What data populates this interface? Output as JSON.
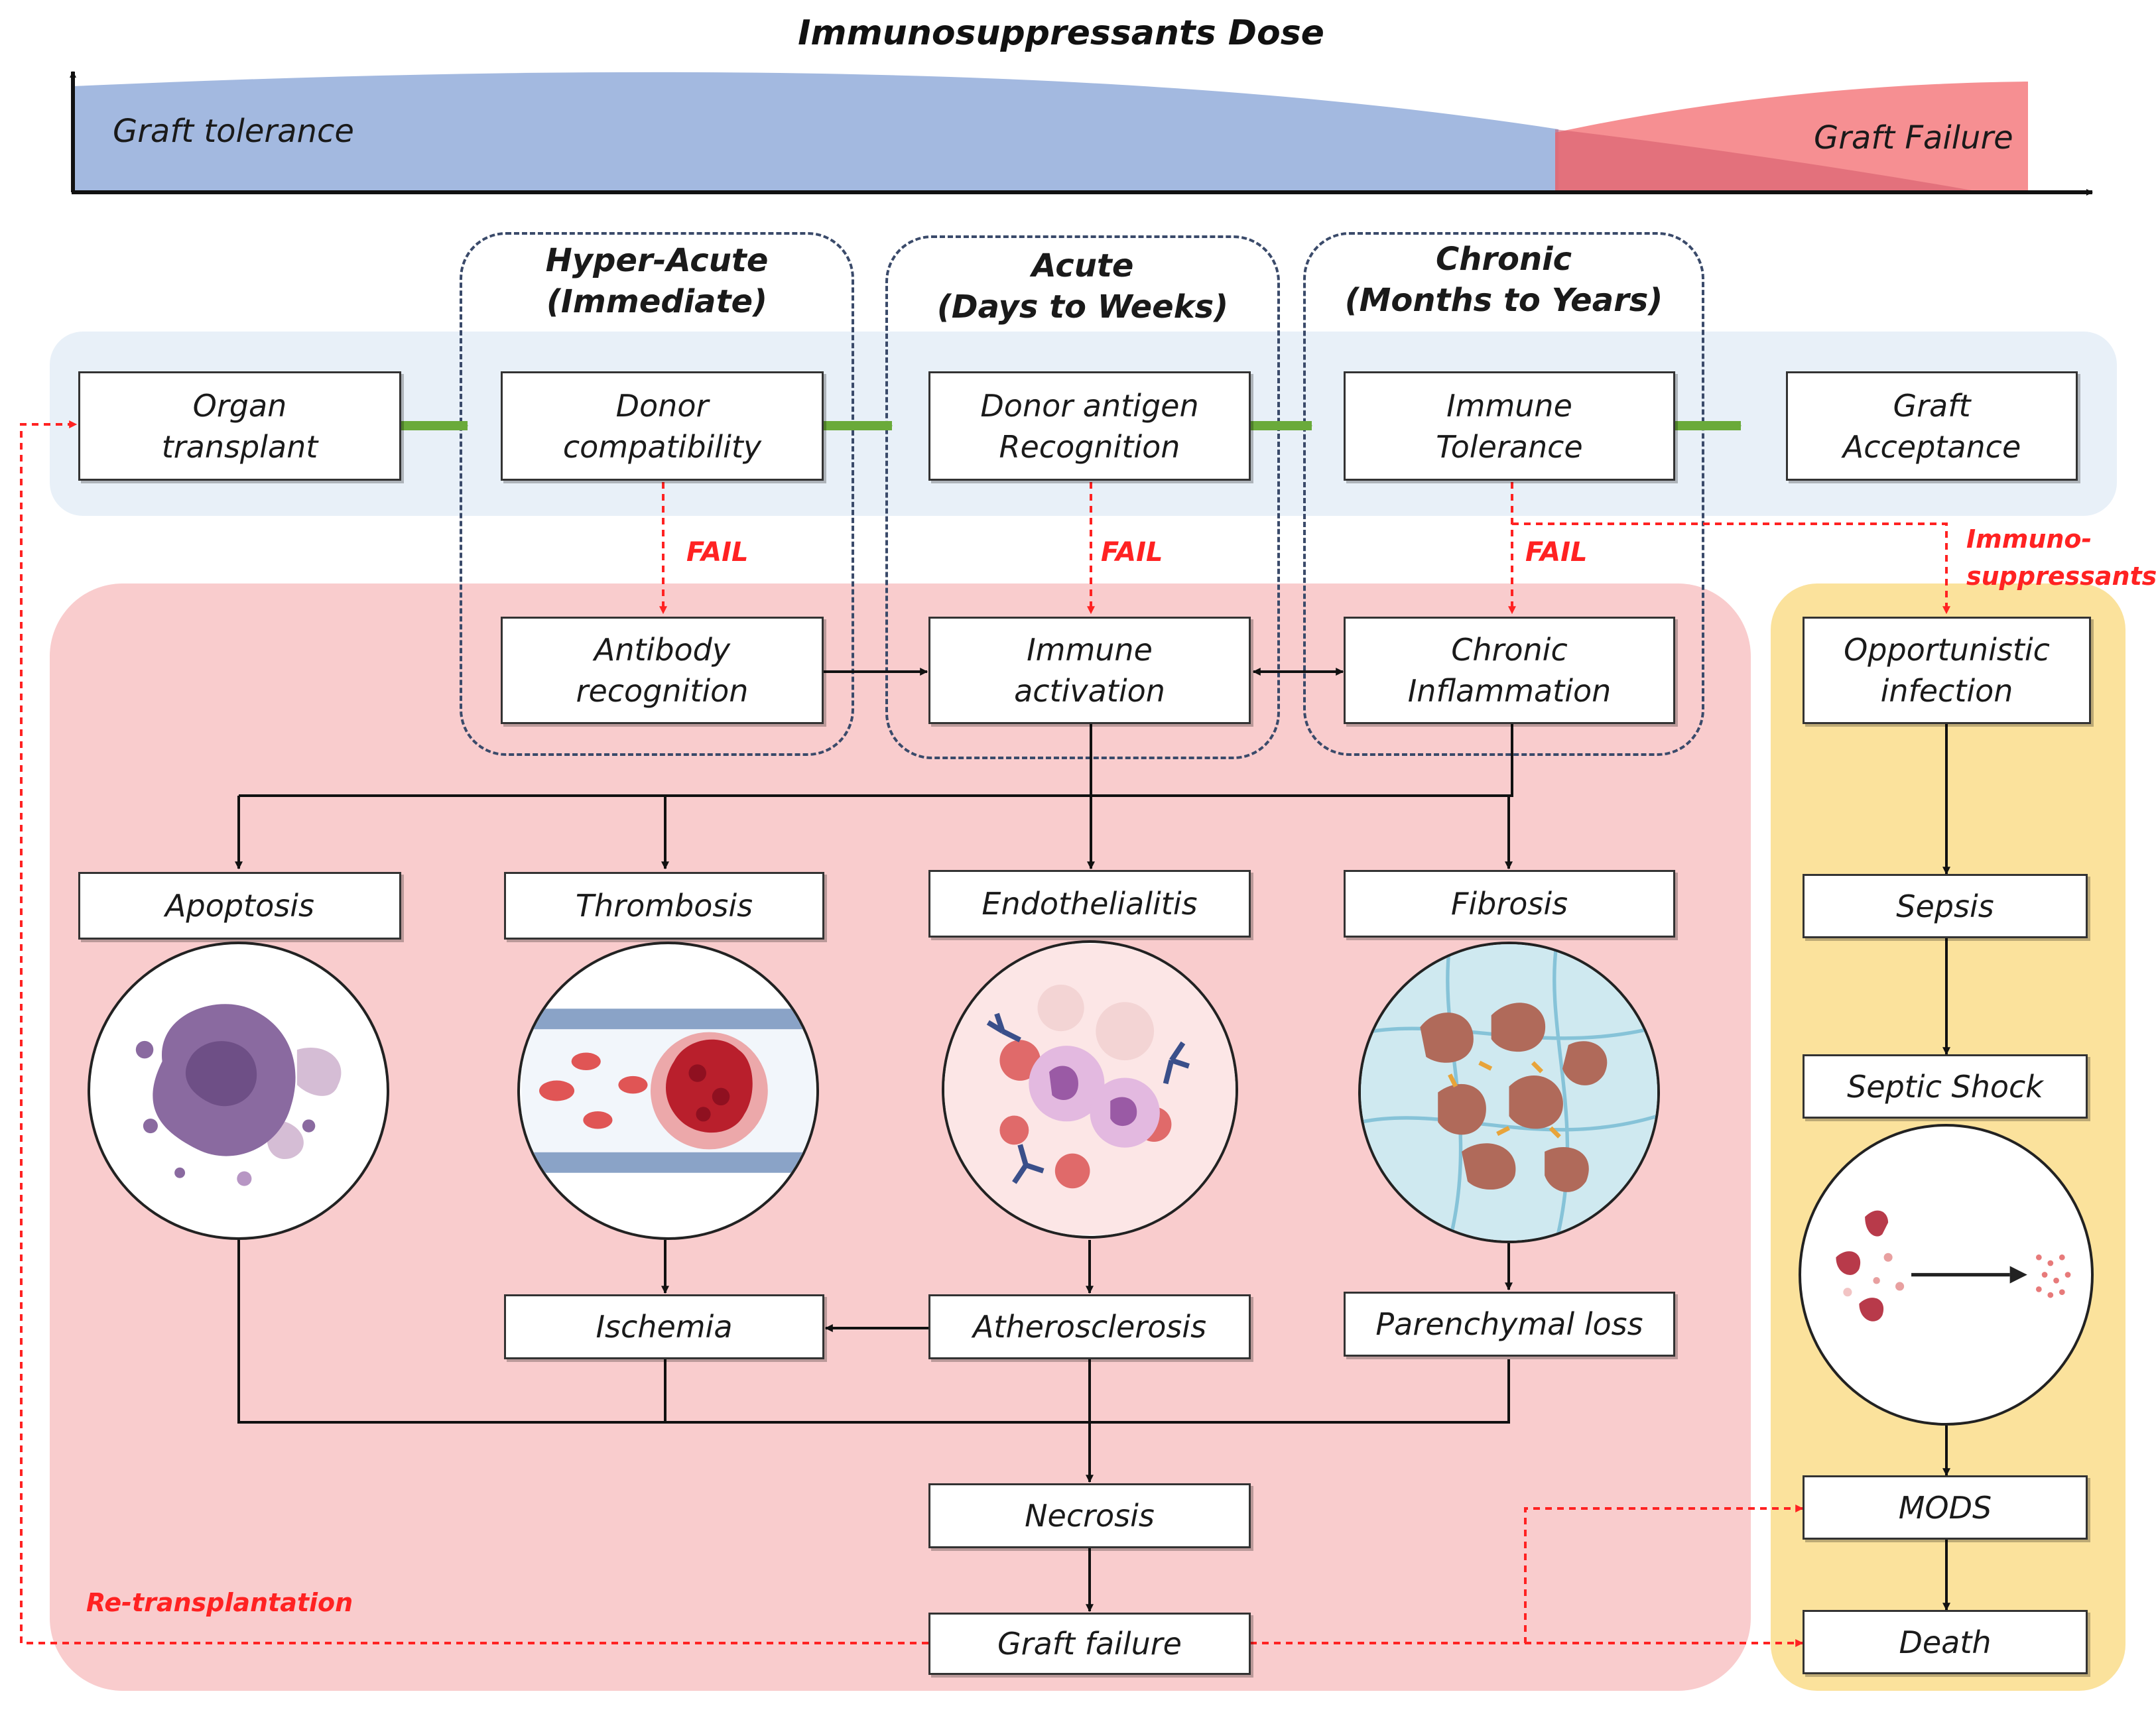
{
  "header": {
    "title": "Immunosuppressants Dose",
    "tolerance_label": "Graft tolerance",
    "failure_label": "Graft Failure"
  },
  "phases": {
    "hyper_acute": "Hyper-Acute\n(Immediate)",
    "acute": "Acute\n(Days to Weeks)",
    "chronic": "Chronic\n(Months to Years)"
  },
  "top_row": {
    "organ_transplant": "Organ\ntransplant",
    "donor_compatibility": "Donor\ncompatibility",
    "donor_antigen": "Donor antigen\nRecognition",
    "immune_tolerance": "Immune\nTolerance",
    "graft_acceptance": "Graft\nAcceptance"
  },
  "fail_label": "FAIL",
  "immunosuppressants_label": "Immuno-\nsuppressants",
  "middle_row": {
    "antibody_recognition": "Antibody\nrecognition",
    "immune_activation": "Immune\nactivation",
    "chronic_inflammation": "Chronic\nInflammation",
    "opportunistic_infection": "Opportunistic\ninfection"
  },
  "mechanisms": {
    "apoptosis": "Apoptosis",
    "thrombosis": "Thrombosis",
    "endothelialitis": "Endothelialitis",
    "fibrosis": "Fibrosis",
    "sepsis": "Sepsis",
    "septic_shock": "Septic Shock"
  },
  "outcomes": {
    "ischemia": "Ischemia",
    "atherosclerosis": "Atherosclerosis",
    "parenchymal_loss": "Parenchymal loss",
    "necrosis": "Necrosis",
    "graft_failure": "Graft failure",
    "mods": "MODS",
    "death": "Death"
  },
  "retransplantation_label": "Re-transplantation",
  "colors": {
    "tolerance": "#a3b9e0",
    "failure": "#f47b7f",
    "panel_blue": "#e8f0f8",
    "panel_red": "#f9cccd",
    "panel_yellow": "#fbe29c",
    "flow_arrow": "#6aaa3a",
    "fail_arrow": "#ff2222"
  }
}
